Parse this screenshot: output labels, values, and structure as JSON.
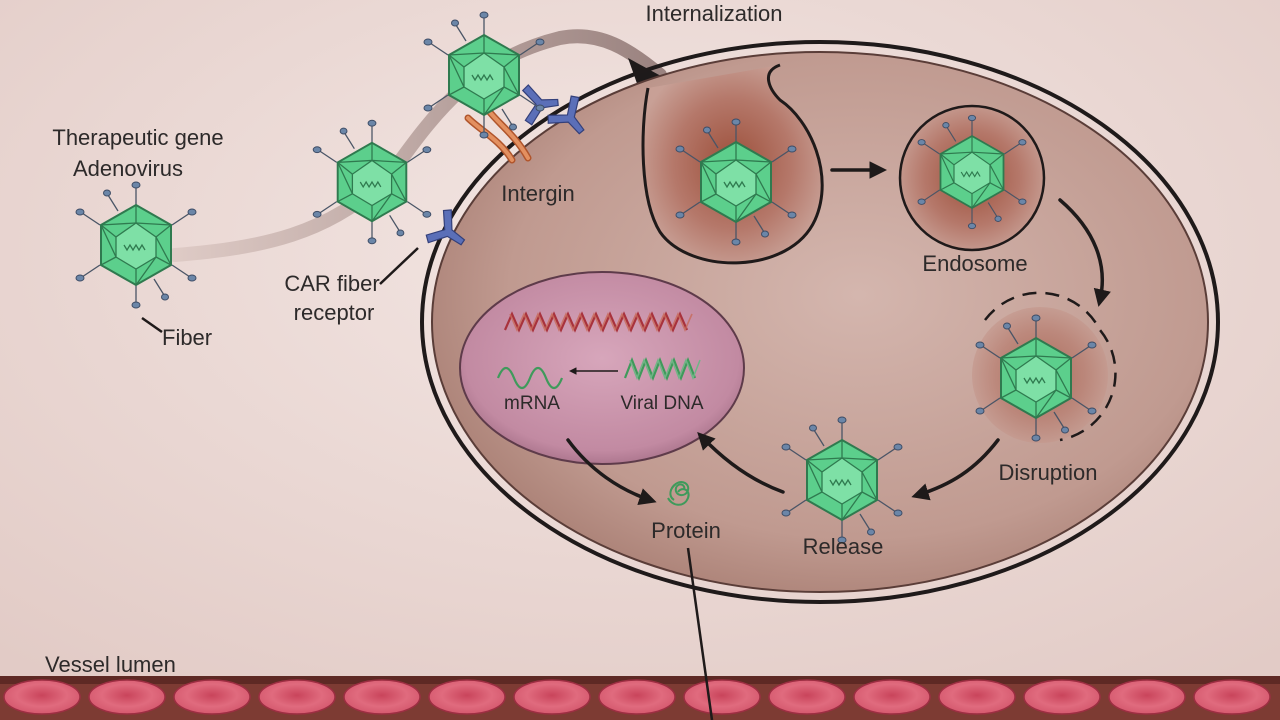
{
  "diagram": {
    "labels": {
      "therapeutic_gene": "Therapeutic gene",
      "adenovirus": "Adenovirus",
      "fiber": "Fiber",
      "car_fiber": "CAR fiber",
      "receptor": "receptor",
      "intergin": "Intergin",
      "internalization": "Internalization",
      "endosome": "Endosome",
      "disruption": "Disruption",
      "release": "Release",
      "mrna": "mRNA",
      "viral_dna": "Viral DNA",
      "protein": "Protein",
      "vessel_lumen": "Vessel lumen"
    },
    "colors": {
      "background": "#e9d6d2",
      "cell_fill": "#c7a59c",
      "nucleus_fill": "#c48ea6",
      "virus_green": "#5ccf8c",
      "receptor_blue": "#5b6fb8",
      "integrin_orange": "#d77d4a",
      "rbc_red": "#d8596d",
      "dna_red": "#a8323c",
      "dna_green": "#3f9a5b"
    }
  }
}
